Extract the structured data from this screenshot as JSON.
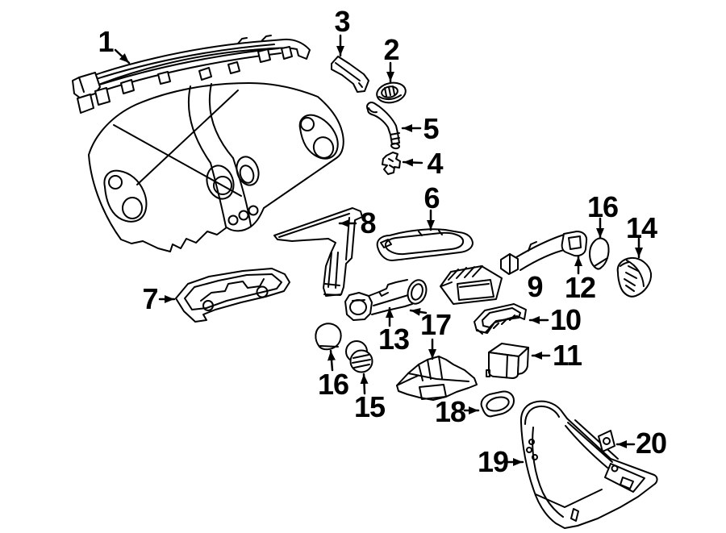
{
  "colors": {
    "line_color": "#000000",
    "background": "#ffffff"
  },
  "diagram": {
    "callouts": [
      {
        "label": "1"
      },
      {
        "label": "3"
      },
      {
        "label": "2"
      },
      {
        "label": "5"
      },
      {
        "label": "4"
      },
      {
        "label": "6"
      },
      {
        "label": "8"
      },
      {
        "label": "16"
      },
      {
        "label": "14"
      },
      {
        "label": "7"
      },
      {
        "label": "9"
      },
      {
        "label": "12"
      },
      {
        "label": "10"
      },
      {
        "label": "13"
      },
      {
        "label": "17"
      },
      {
        "label": "16"
      },
      {
        "label": "15"
      },
      {
        "label": "11"
      },
      {
        "label": "18"
      },
      {
        "label": "19"
      },
      {
        "label": "20"
      }
    ]
  }
}
